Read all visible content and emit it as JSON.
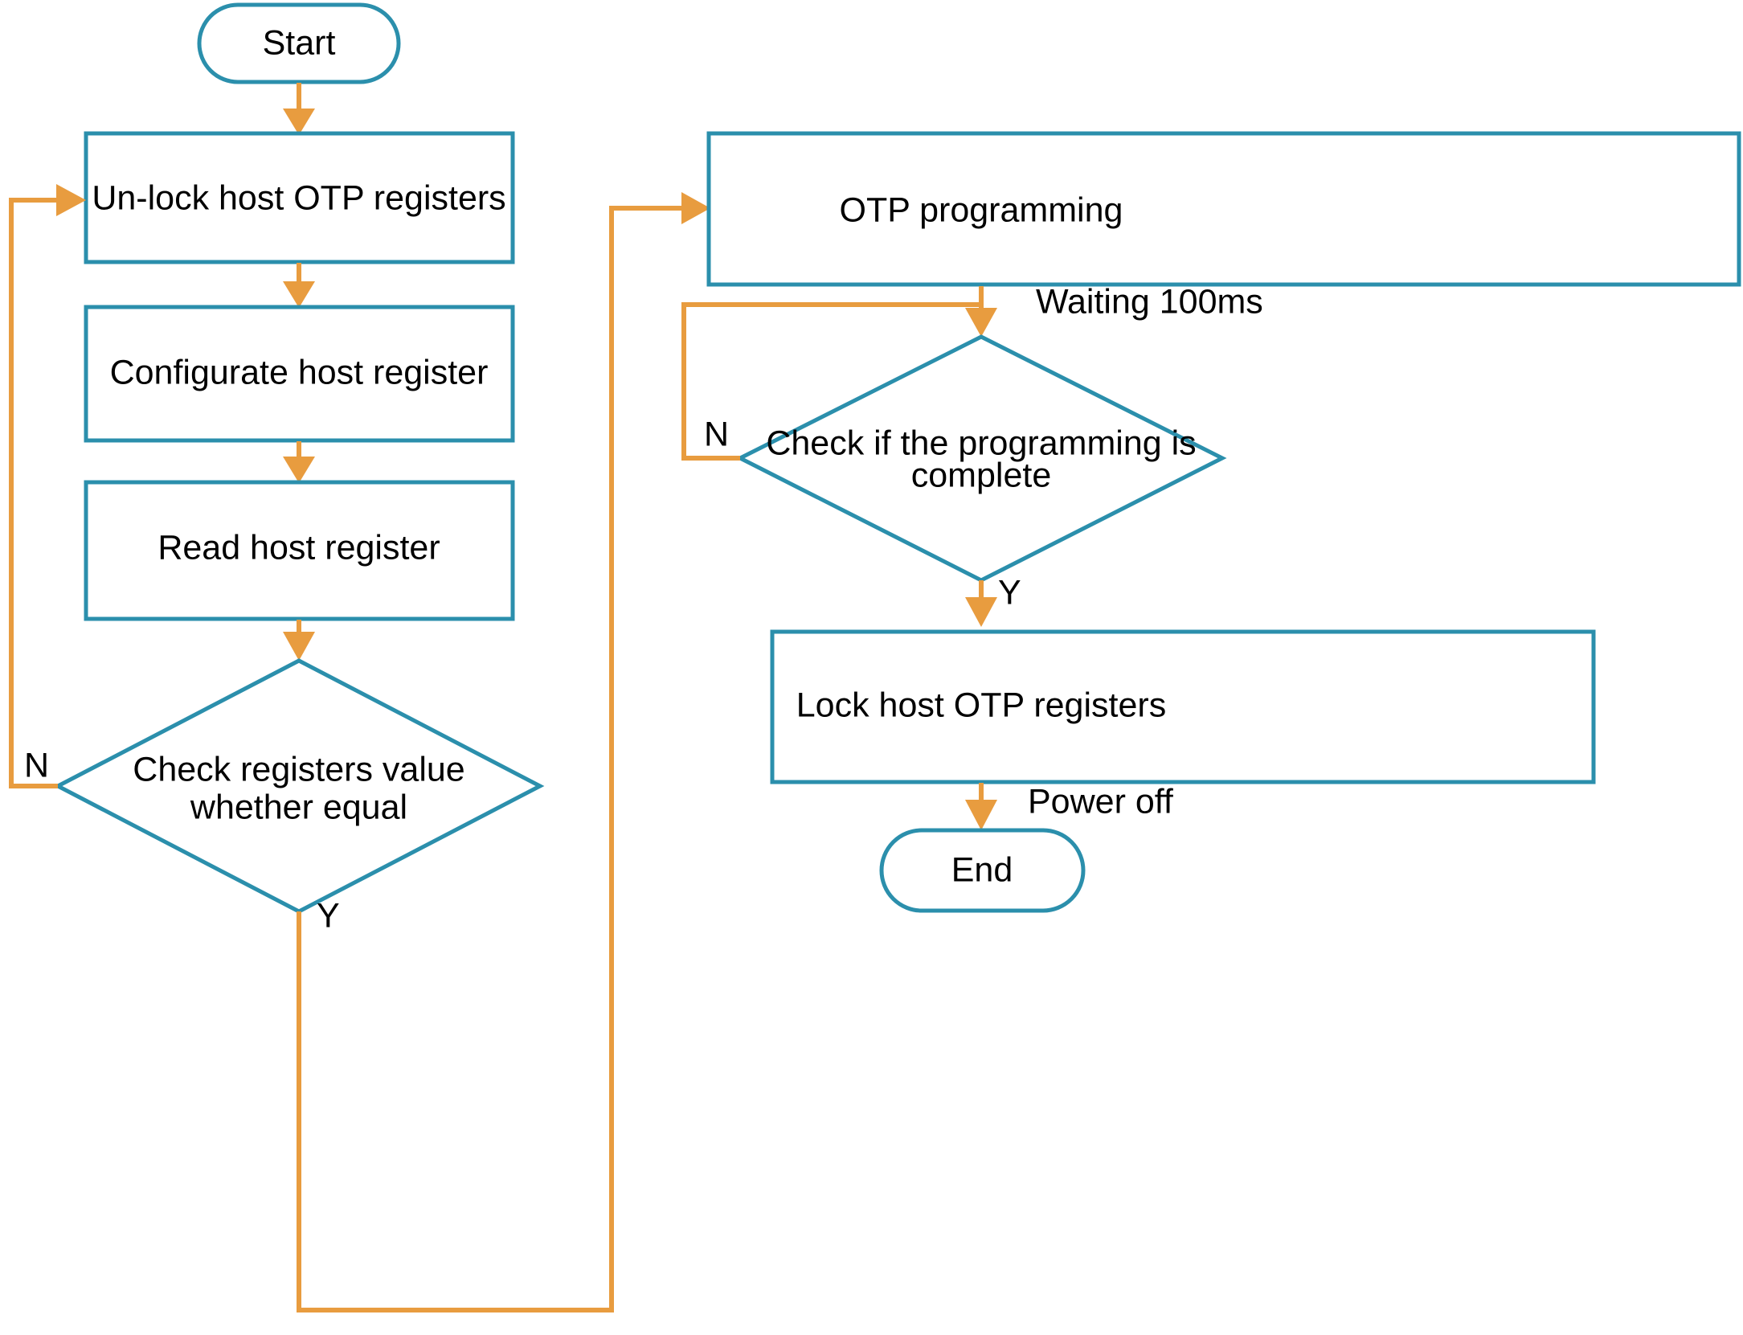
{
  "diagram": {
    "title": "OTP programming flowchart",
    "colors": {
      "shape_stroke": "#2b8fac",
      "connector": "#e89c3f",
      "text": "#000000",
      "background": "#ffffff"
    },
    "nodes": {
      "start": {
        "label": "Start",
        "shape": "terminator"
      },
      "unlock": {
        "label": "Un-lock host OTP registers",
        "shape": "process"
      },
      "configure": {
        "label": "Configurate host register",
        "shape": "process"
      },
      "read": {
        "label": "Read host register",
        "shape": "process"
      },
      "check_equal": {
        "label_line1": "Check registers value",
        "label_line2": "whether equal",
        "shape": "decision"
      },
      "otp_programming": {
        "label": "OTP programming",
        "shape": "process"
      },
      "check_complete": {
        "label_line1": "Check if the programming is",
        "label_line2": "complete",
        "shape": "decision"
      },
      "lock": {
        "label": "Lock host OTP registers",
        "shape": "process"
      },
      "end": {
        "label": "End",
        "shape": "terminator"
      }
    },
    "edge_labels": {
      "check_equal_no": "N",
      "check_equal_yes": "Y",
      "waiting": "Waiting 100ms",
      "check_complete_no": "N",
      "check_complete_yes": "Y",
      "power_off": "Power off"
    }
  }
}
